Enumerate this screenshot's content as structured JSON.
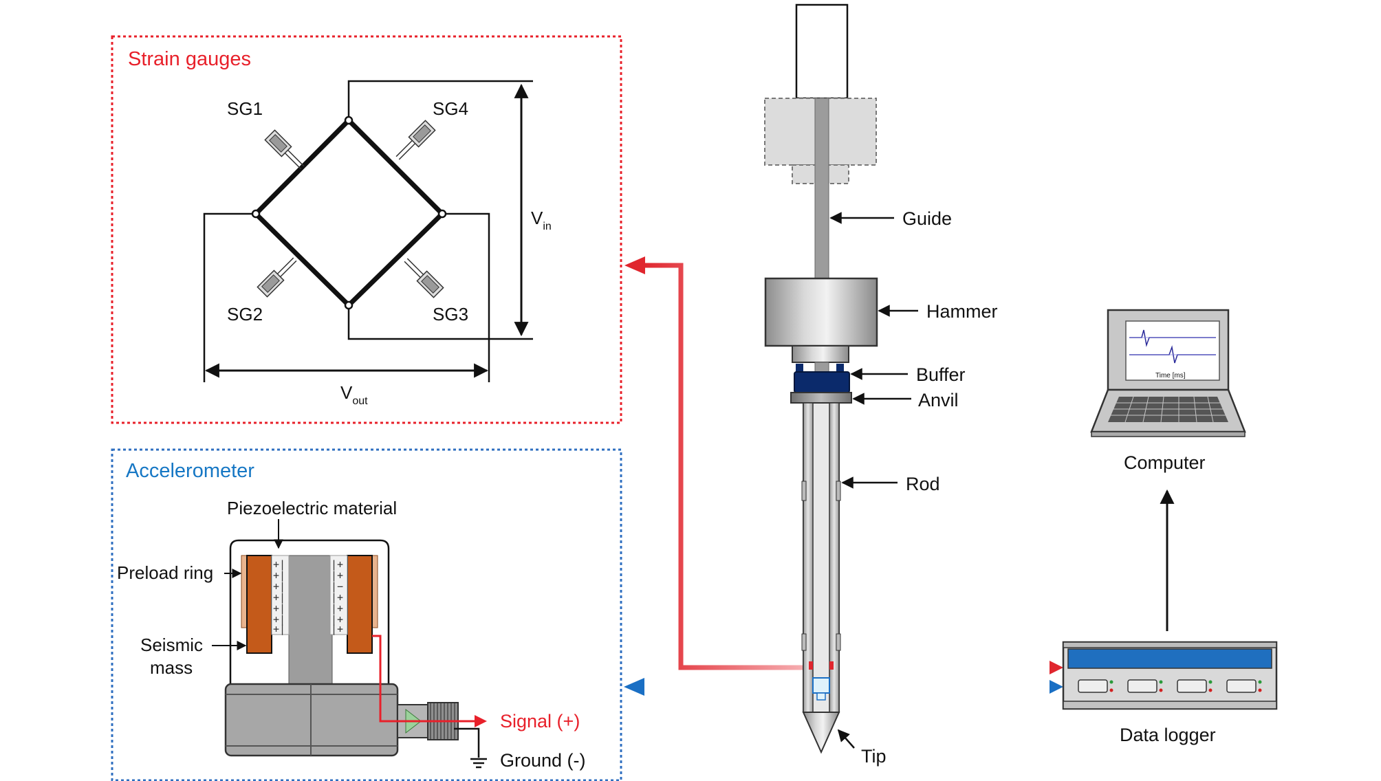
{
  "colors": {
    "strain_box": "#e8202a",
    "accel_box": "#2f6fc0",
    "strain_title": "#e8202a",
    "accel_title": "#1677c4",
    "signal": "#e8202a",
    "copper": "#c45a1a",
    "preload": "#e9b48e",
    "buffer": "#0b2a6b",
    "logger_panel": "#1f6fbf"
  },
  "strain_gauges": {
    "title": "Strain gauges",
    "sg1": "SG1",
    "sg2": "SG2",
    "sg3": "SG3",
    "sg4": "SG4",
    "vin_main": "V",
    "vin_sub": "in",
    "vout_main": "V",
    "vout_sub": "out"
  },
  "accelerometer": {
    "title": "Accelerometer",
    "piezo": "Piezoelectric material",
    "preload": "Preload ring",
    "seismic_1": "Seismic",
    "seismic_2": "mass",
    "signal": "Signal (+)",
    "ground": "Ground (-)"
  },
  "penetrometer": {
    "guide": "Guide",
    "hammer": "Hammer",
    "buffer": "Buffer",
    "anvil": "Anvil",
    "rod": "Rod",
    "tip": "Tip"
  },
  "computer": {
    "label": "Computer",
    "screen_axis": "Time [ms]"
  },
  "data_logger": {
    "label": "Data logger"
  }
}
